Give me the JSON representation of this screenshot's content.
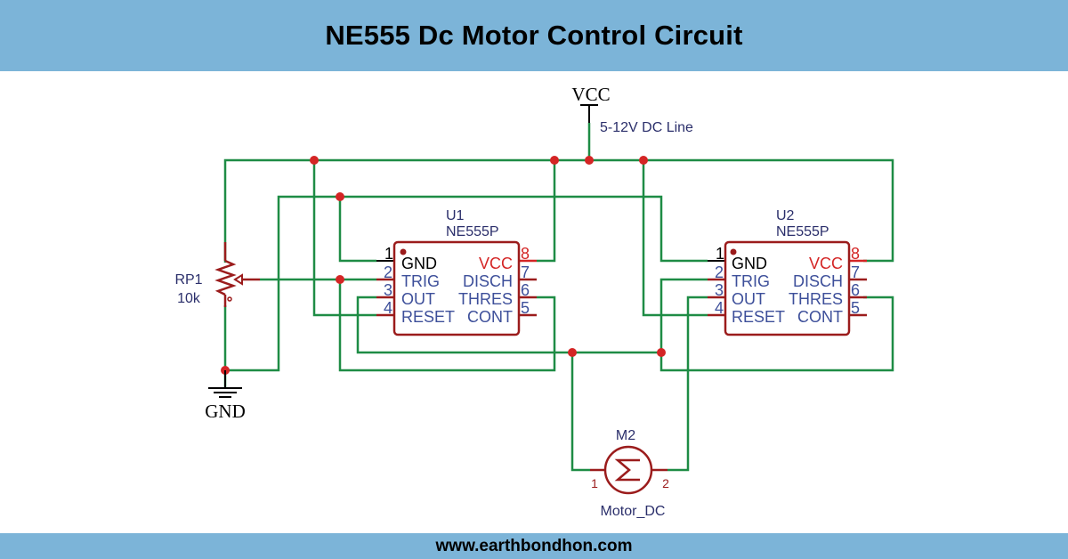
{
  "header": {
    "title": "NE555 Dc Motor Control Circuit"
  },
  "footer": {
    "url": "www.earthbondhon.com"
  },
  "power": {
    "vcc_label": "VCC",
    "supply_note": "5-12V DC Line",
    "gnd_label": "GND"
  },
  "potentiometer": {
    "ref": "RP1",
    "value": "10k"
  },
  "ics": [
    {
      "ref": "U1",
      "part": "NE555P",
      "left_pins": [
        {
          "num": "1",
          "name": "GND"
        },
        {
          "num": "2",
          "name": "TRIG"
        },
        {
          "num": "3",
          "name": "OUT"
        },
        {
          "num": "4",
          "name": "RESET"
        }
      ],
      "right_pins": [
        {
          "num": "8",
          "name": "VCC"
        },
        {
          "num": "7",
          "name": "DISCH"
        },
        {
          "num": "6",
          "name": "THRES"
        },
        {
          "num": "5",
          "name": "CONT"
        }
      ]
    },
    {
      "ref": "U2",
      "part": "NE555P",
      "left_pins": [
        {
          "num": "1",
          "name": "GND"
        },
        {
          "num": "2",
          "name": "TRIG"
        },
        {
          "num": "3",
          "name": "OUT"
        },
        {
          "num": "4",
          "name": "RESET"
        }
      ],
      "right_pins": [
        {
          "num": "8",
          "name": "VCC"
        },
        {
          "num": "7",
          "name": "DISCH"
        },
        {
          "num": "6",
          "name": "THRES"
        },
        {
          "num": "5",
          "name": "CONT"
        }
      ]
    }
  ],
  "motor": {
    "ref": "M2",
    "part": "Motor_DC",
    "pin1": "1",
    "pin2": "2"
  },
  "colors": {
    "banner": "#7cb4d8",
    "wire": "#1e8c45",
    "component": "#9b1c1c",
    "junction": "#d42525",
    "label": "#2b2f6b"
  }
}
